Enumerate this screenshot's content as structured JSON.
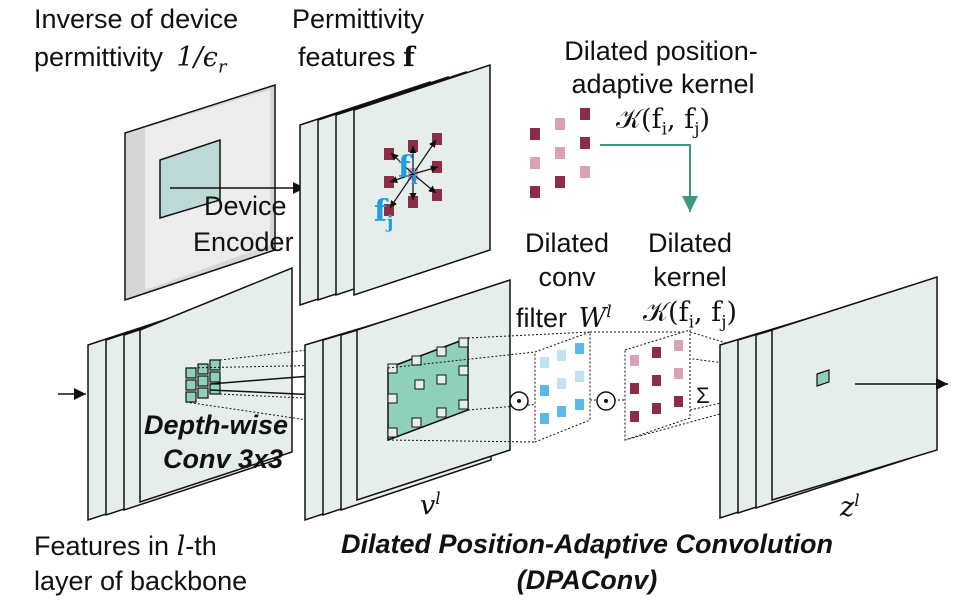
{
  "labels": {
    "inverse_line1": "Inverse of device",
    "inverse_line2": "permittivity",
    "inverse_math": "1/ϵ",
    "inverse_math_sub": "r",
    "perm_line1": "Permittivity",
    "perm_line2": "features",
    "perm_math": "f",
    "kernel_line1": "Dilated position-",
    "kernel_line2": "adaptive kernel",
    "kernel_math": "𝒦(f",
    "kernel_math_i": "i",
    "kernel_math_mid": ", f",
    "kernel_math_j": "j",
    "kernel_math_end": ")",
    "device_encoder_line1": "Device",
    "device_encoder_line2": "Encoder",
    "fi": "f",
    "fi_sub": "i",
    "fj": "f",
    "fj_sub": "j",
    "dilconv_line1": "Dilated",
    "dilconv_line2": "conv",
    "dilconv_line3": "filter",
    "dilconv_math": "W",
    "dilconv_math_sup": "l",
    "dilkernel_line1": "Dilated",
    "dilkernel_line2": "kernel",
    "dilkernel_math": "𝒦(f",
    "dilkernel_math_i": "i",
    "dilkernel_math_mid": ", f",
    "dilkernel_math_j": "j",
    "dilkernel_math_end": ")",
    "depthwise_line1": "Depth-wise",
    "depthwise_line2": "Conv 3x3",
    "vl": "v",
    "vl_sup": "l",
    "zl": "z",
    "zl_sup": "l",
    "features_line1_a": "Features in ",
    "features_line1_math": "l",
    "features_line1_b": "-th",
    "features_line2": "layer of backbone",
    "title_line1": "Dilated Position-Adaptive Convolution",
    "title_line2": "(DPAConv)",
    "odot": "⊙",
    "sigma": "Σ"
  },
  "colors": {
    "layer_fill": "#e6eeec",
    "layer_edge": "#1a1a1a",
    "teal": "#8fd0bb",
    "maroon": "#8b2e45",
    "pink": "#d9a3b3",
    "light_blue": "#5bb8e8",
    "pale_blue": "#bfe2f5",
    "green_arrow": "#3d9a77",
    "math_blue": "#1f9de0"
  }
}
